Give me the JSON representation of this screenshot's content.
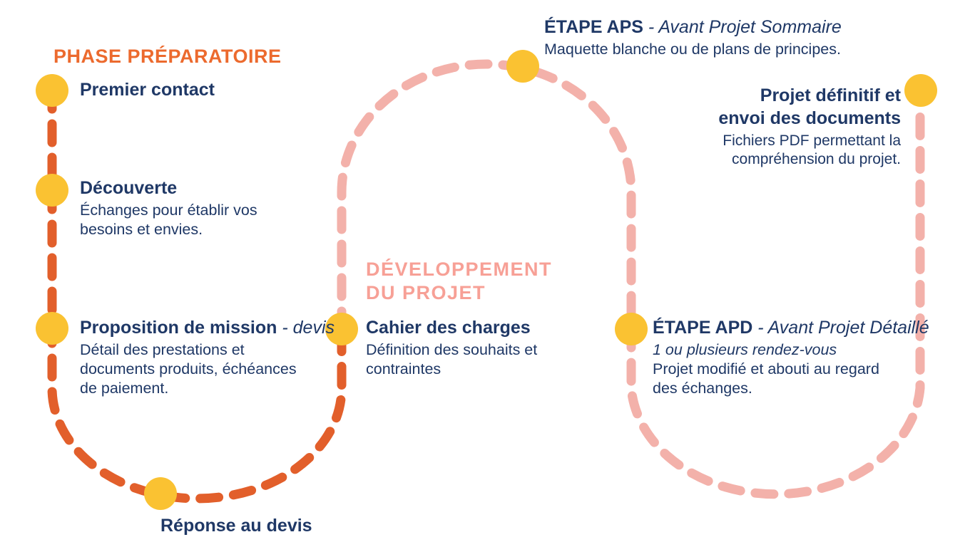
{
  "colors": {
    "orange_line": "#E25F2B",
    "pink_line": "#F3B1AA",
    "dot_yellow": "#FAC232",
    "navy_text": "#1F3866",
    "orange_heading": "#EC6A2E",
    "pink_heading": "#F7A096"
  },
  "phase_preparatoire": {
    "heading": "PHASE PRÉPARATOIRE",
    "premier_contact": {
      "title": "Premier contact"
    },
    "decouverte": {
      "title": "Découverte",
      "line1": "Échanges pour établir vos",
      "line2": "besoins et envies."
    },
    "proposition": {
      "title": "Proposition de mission",
      "title_italic": " - devis",
      "line1": "Détail des prestations et",
      "line2": "documents produits, échéances",
      "line3": "de paiement."
    },
    "reponse": {
      "title": "Réponse au devis"
    }
  },
  "developpement": {
    "heading_line1": "DÉVELOPPEMENT",
    "heading_line2": "DU PROJET",
    "cahier": {
      "title": "Cahier des charges",
      "line1": "Définition des souhaits et",
      "line2": "contraintes"
    },
    "etape_aps": {
      "title": "ÉTAPE APS",
      "title_italic": " - Avant Projet Sommaire",
      "line1": "Maquette blanche ou de plans de principes."
    },
    "etape_apd": {
      "title": "ÉTAPE APD",
      "title_italic": " - Avant Projet Détaillé",
      "line1_italic": "1 ou plusieurs rendez-vous",
      "line2": "Projet modifié et abouti au regard",
      "line3": "des échanges."
    },
    "projet_definitif": {
      "title_line1": "Projet définitif et",
      "title_line2": "envoi des documents",
      "line1": "Fichiers PDF permettant la",
      "line2": "compréhension du projet."
    }
  }
}
